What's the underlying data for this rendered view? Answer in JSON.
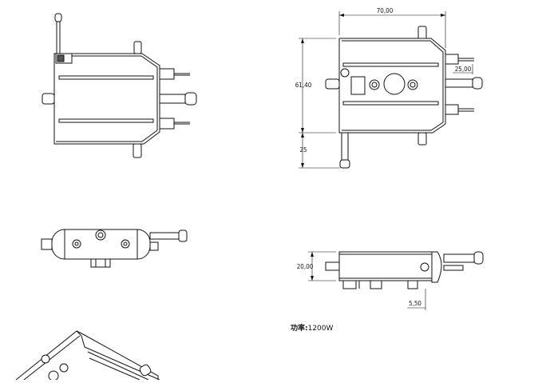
{
  "dimensions": {
    "width_top": "70,00",
    "height_body": "61,40",
    "pipe_length": "25",
    "pipe_offset": "25,00",
    "height_side": "20,00",
    "foot_height": "5,50"
  },
  "spec": {
    "power_label": "功率:",
    "power_value": "1200W"
  }
}
